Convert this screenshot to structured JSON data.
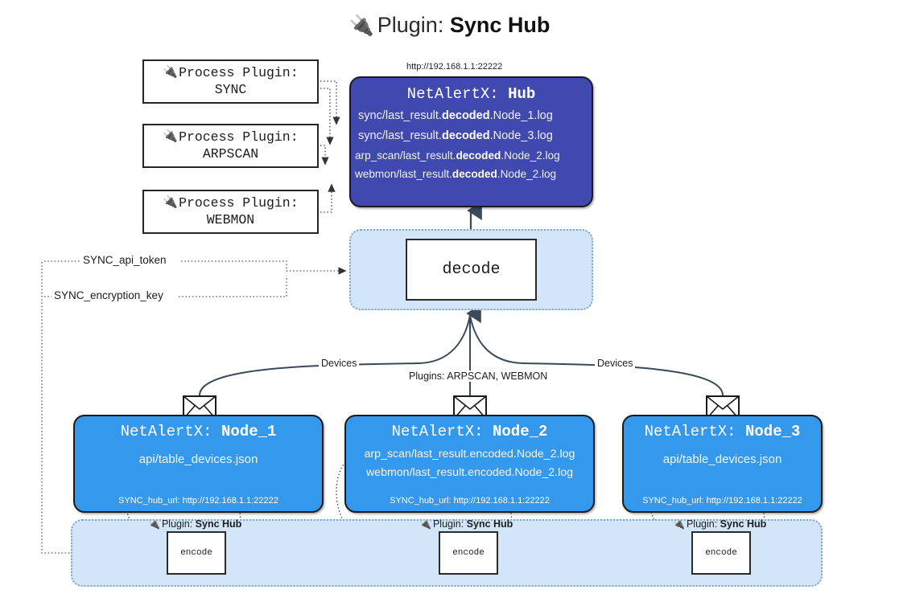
{
  "title": {
    "icon": "plug-icon",
    "prefix": "Plugin:",
    "name": "Sync Hub"
  },
  "process_plugins": [
    {
      "icon": "plug-icon",
      "line1": "Process Plugin:",
      "line2": "SYNC"
    },
    {
      "icon": "plug-icon",
      "line1": "Process Plugin:",
      "line2": "ARPSCAN"
    },
    {
      "icon": "plug-icon",
      "line1": "Process Plugin:",
      "line2": "WEBMON"
    }
  ],
  "hub": {
    "url": "http://192.168.1.1:22222",
    "title_prefix": "NetAlertX:",
    "title_name": "Hub",
    "lines": [
      {
        "pre": "sync/last_result.",
        "bold": "decoded",
        "post": ".Node_1.log"
      },
      {
        "pre": "sync/last_result.",
        "bold": "decoded",
        "post": ".Node_3.log"
      },
      {
        "pre": "arp_scan/last_result.",
        "bold": "decoded",
        "post": ".Node_2.log"
      },
      {
        "pre": "webmon/last_result.",
        "bold": "decoded",
        "post": ".Node_2.log"
      }
    ]
  },
  "decode": {
    "label": "decode"
  },
  "tokens": {
    "api_token": "SYNC_api_token",
    "encryption_key": "SYNC_encryption_key"
  },
  "edge_labels": {
    "devices_left": "Devices",
    "devices_right": "Devices",
    "plugins_center": "Plugins: ARPSCAN, WEBMON"
  },
  "nodes": [
    {
      "title_prefix": "NetAlertX:",
      "title_name": "Node_1",
      "lines": [
        "api/table_devices.json"
      ],
      "hub_url": "SYNC_hub_url: http://192.168.1.1:22222",
      "icon": "envelope-icon"
    },
    {
      "title_prefix": "NetAlertX:",
      "title_name": "Node_2",
      "lines": [
        "arp_scan/last_result.encoded.Node_2.log",
        "webmon/last_result.encoded.Node_2.log"
      ],
      "hub_url": "SYNC_hub_url: http://192.168.1.1:22222",
      "icon": "envelope-icon"
    },
    {
      "title_prefix": "NetAlertX:",
      "title_name": "Node_3",
      "lines": [
        "api/table_devices.json"
      ],
      "hub_url": "SYNC_hub_url: http://192.168.1.1:22222",
      "icon": "envelope-icon"
    }
  ],
  "encoders": [
    {
      "tag_prefix": "Plugin:",
      "tag_name": "Sync Hub",
      "label": "encode",
      "icon": "plug-icon"
    },
    {
      "tag_prefix": "Plugin:",
      "tag_name": "Sync Hub",
      "label": "encode",
      "icon": "plug-icon"
    },
    {
      "tag_prefix": "Plugin:",
      "tag_name": "Sync Hub",
      "label": "encode",
      "icon": "plug-icon"
    }
  ],
  "colors": {
    "hub_fill": "#4049ad",
    "node_fill": "#3498ec",
    "cluster_fill": "#d3e5f8",
    "cluster_border": "#7da7c4",
    "stroke": "#2b2b2b"
  }
}
